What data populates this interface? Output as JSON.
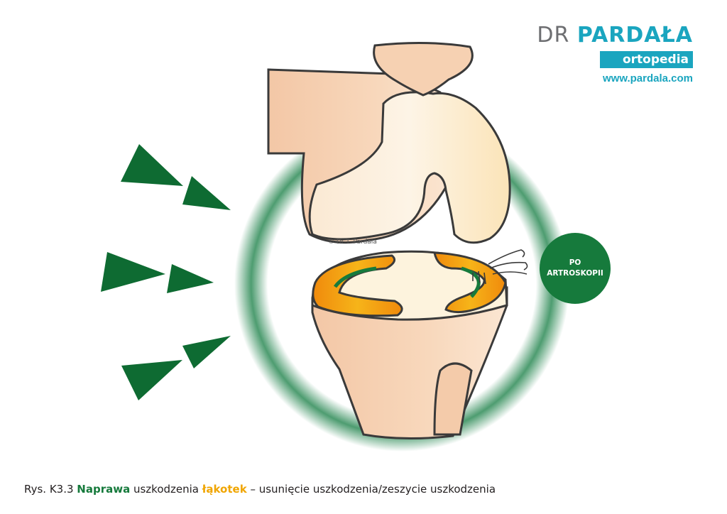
{
  "logo": {
    "dr": "DR",
    "name": "PARDAŁA",
    "badge": "ortopedia",
    "url": "www.pardala.com",
    "colors": {
      "teal": "#1aa5bf",
      "gray": "#6d6e71"
    }
  },
  "badge": {
    "line1": "PO",
    "line2": "ARTROSKOPII",
    "color": "#167a3c"
  },
  "copyright": "© Dr T. Pardała",
  "caption": {
    "prefix": "Rys. K3.3 ",
    "word1": "Naprawa",
    "mid": " uszkodzenia ",
    "word2": "łąkotek",
    "suffix": " – usunięcie uszkodzenia/zeszycie uszkodzenia",
    "colors": {
      "green": "#167a3c",
      "orange": "#f0a500"
    }
  },
  "colors": {
    "arrow": "#0e6b32",
    "glow": "#2e8b57",
    "bone": "#f6d1b2",
    "cartilage": "#fdf3dd",
    "meniscus_outer": "#f29a12",
    "meniscus_inner": "#f7c519",
    "outline": "#3a3a3a"
  }
}
